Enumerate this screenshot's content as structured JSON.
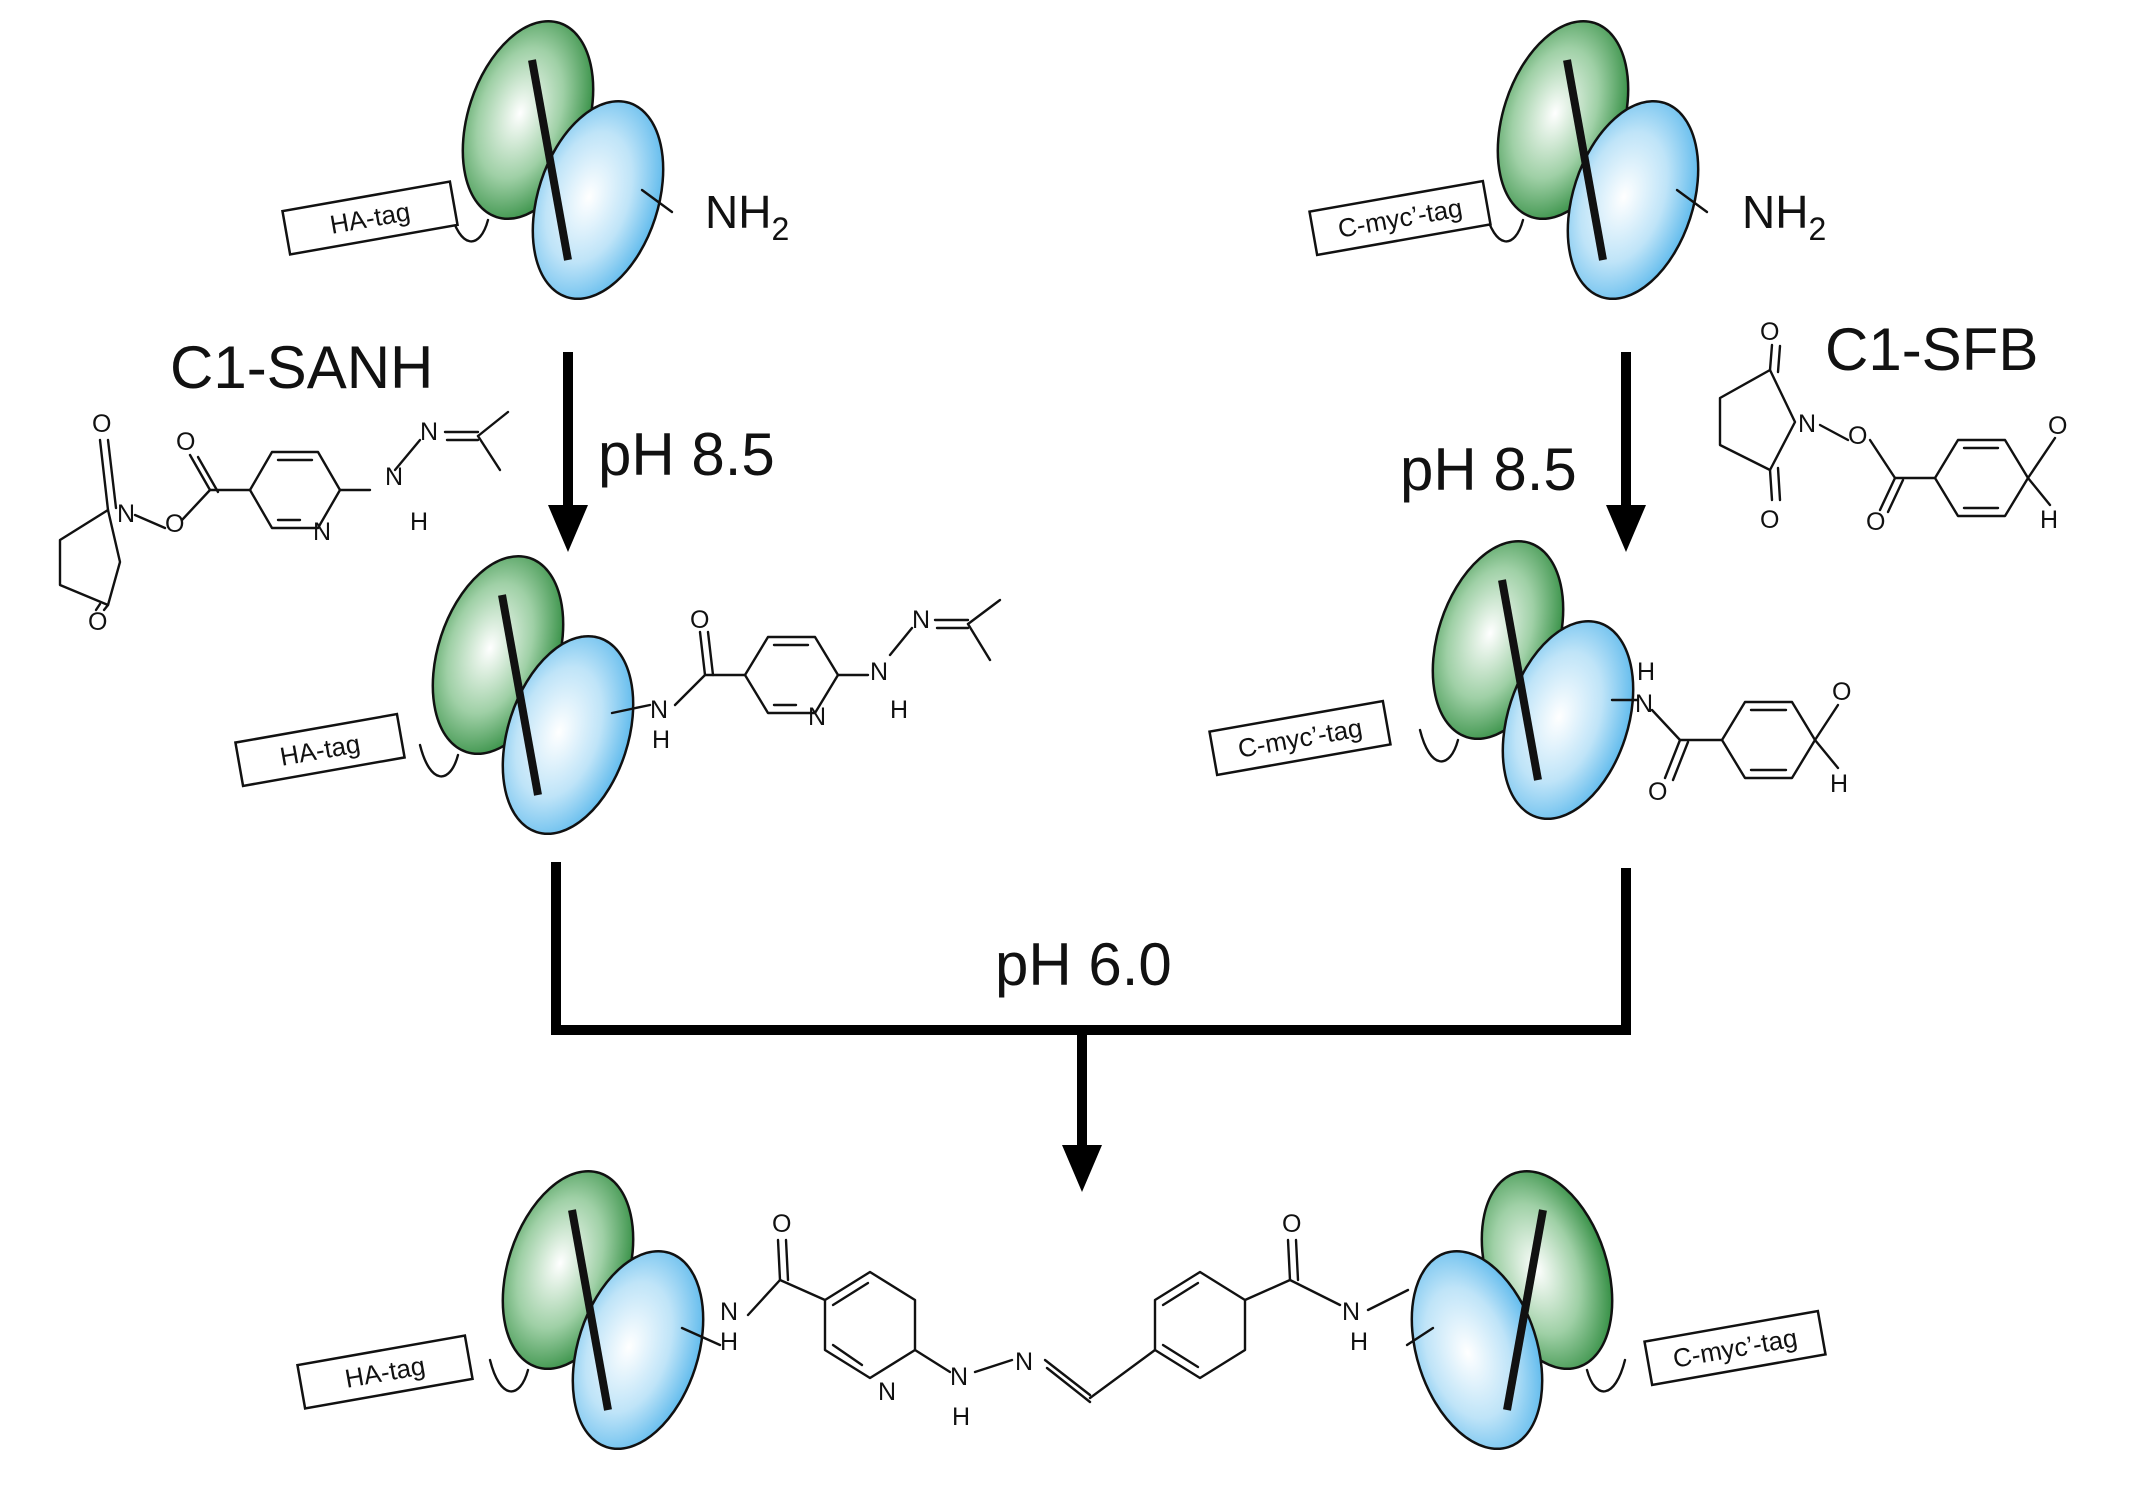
{
  "reagents": {
    "left": "C1-SANH",
    "right": "C1-SFB"
  },
  "conditions": {
    "left_step": "pH 8.5",
    "right_step": "pH 8.5",
    "conjugation": "pH 6.0"
  },
  "tags": {
    "ha": "HA-tag",
    "myc": "C-myc’-tag"
  },
  "atoms": {
    "amine": "NH",
    "amine_sub": "2",
    "N": "N",
    "O": "O",
    "H": "H"
  },
  "colors": {
    "green_domain": "#2e8b3e",
    "blue_domain": "#5ab8ec",
    "line": "#000000"
  }
}
